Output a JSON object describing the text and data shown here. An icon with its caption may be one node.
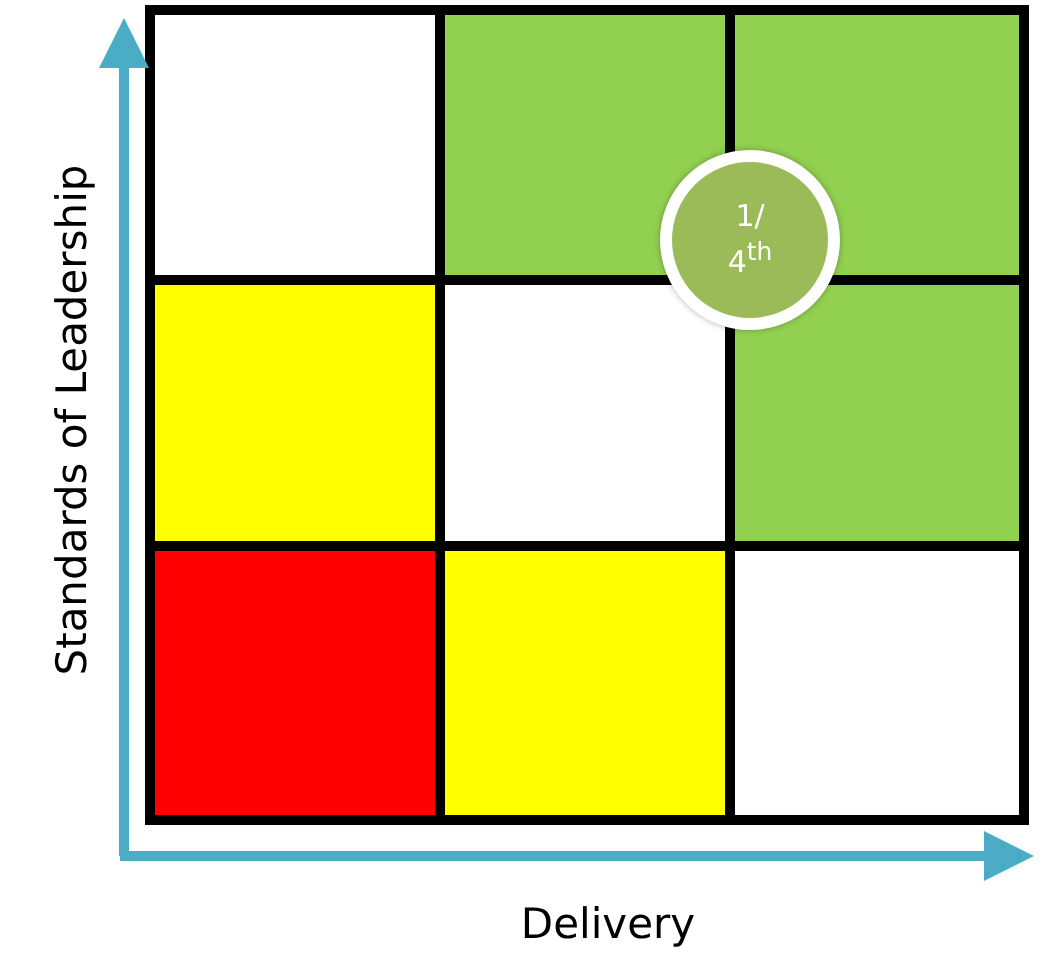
{
  "diagram": {
    "nodes": [
      {
        "text": [
          "1/ 4$^{th}$"
        ]
      }
    ],
    "edges": [],
    "labels": [
      "Standards of Leadership",
      "Delivery"
    ]
  }
}
